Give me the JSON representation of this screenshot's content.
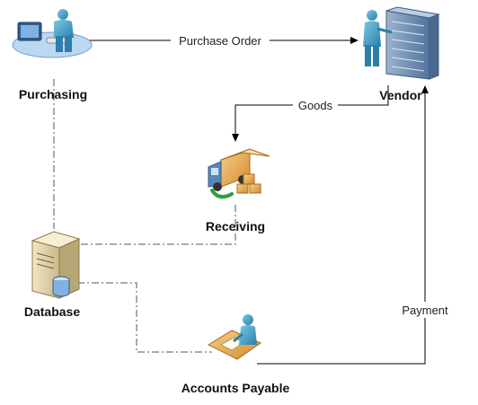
{
  "nodes": {
    "purchasing": {
      "label": "Purchasing",
      "icon": "user-at-computer-icon"
    },
    "vendor": {
      "label": "Vendor",
      "icon": "user-with-server-rack-icon"
    },
    "receiving": {
      "label": "Receiving",
      "icon": "delivery-truck-icon"
    },
    "database": {
      "label": "Database",
      "icon": "database-server-icon"
    },
    "accounts_payable": {
      "label": "Accounts Payable",
      "icon": "user-at-desk-icon"
    }
  },
  "edges": {
    "purchase_order": {
      "label": "Purchase Order"
    },
    "goods": {
      "label": "Goods"
    },
    "payment": {
      "label": "Payment"
    }
  },
  "colors": {
    "line": "#000000",
    "dashed_line": "#555555",
    "person_skin": "#3aa0c8",
    "server_blue": "#6f8fb5",
    "truck_orange": "#e6a24a"
  }
}
